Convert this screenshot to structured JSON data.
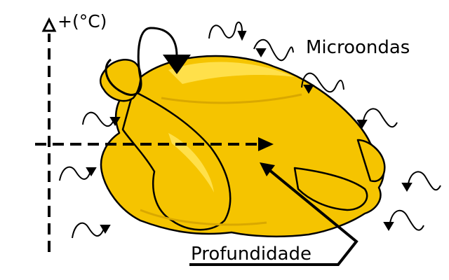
{
  "labels": {
    "temperature": "+(°C)",
    "microwaves": "Microondas",
    "depth": "Profundidade"
  },
  "colors": {
    "chicken_fill": "#f5c400",
    "chicken_highlight": "#ffe04a",
    "chicken_shadow": "#d9a800",
    "outline": "#000000",
    "background": "#ffffff"
  },
  "icons": {
    "wave": "microwave-squiggle-arrow",
    "rotation": "rotation-loop-arrow"
  }
}
